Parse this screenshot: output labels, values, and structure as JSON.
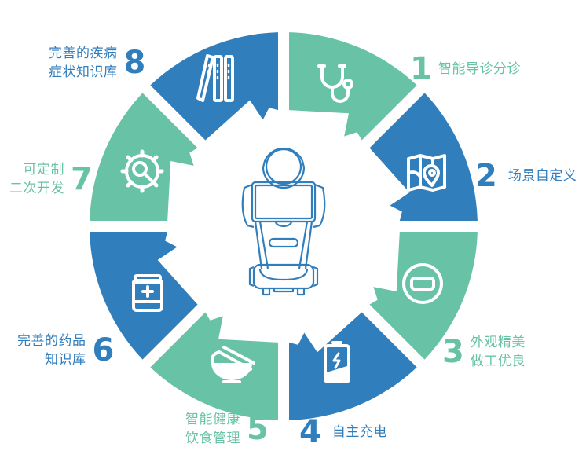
{
  "colors": {
    "green": "#68c3a6",
    "blue": "#317ebd",
    "white": "#ffffff"
  },
  "center_icon": "robot-outline-icon",
  "features": [
    {
      "num": "1",
      "lines": [
        "智能导诊分诊"
      ],
      "color": "green",
      "icon": "stethoscope-icon"
    },
    {
      "num": "2",
      "lines": [
        "场景自定义"
      ],
      "color": "blue",
      "icon": "map-pin-icon"
    },
    {
      "num": "3",
      "lines": [
        "外观精美",
        "做工优良"
      ],
      "color": "green",
      "icon": "rounded-rect-icon"
    },
    {
      "num": "4",
      "lines": [
        "自主充电"
      ],
      "color": "blue",
      "icon": "battery-charging-icon"
    },
    {
      "num": "5",
      "lines": [
        "智能健康",
        "饮食管理"
      ],
      "color": "green",
      "icon": "bowl-chopsticks-icon"
    },
    {
      "num": "6",
      "lines": [
        "完善的药品",
        "知识库"
      ],
      "color": "blue",
      "icon": "medicine-jar-icon"
    },
    {
      "num": "7",
      "lines": [
        "可定制",
        "二次开发"
      ],
      "color": "green",
      "icon": "gear-search-icon"
    },
    {
      "num": "8",
      "lines": [
        "完善的疾病",
        "症状知识库"
      ],
      "color": "blue",
      "icon": "books-icon"
    }
  ]
}
